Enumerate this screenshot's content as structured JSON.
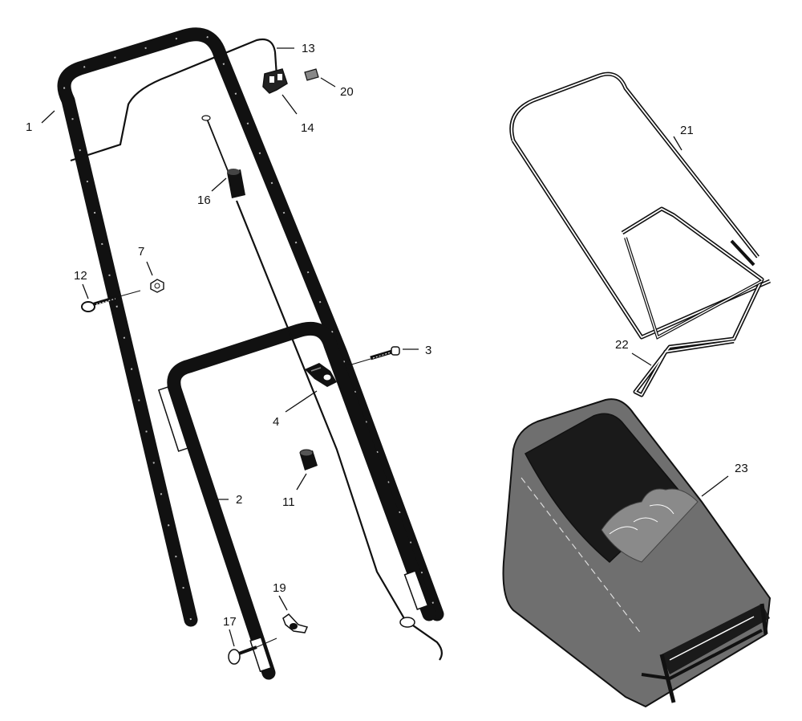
{
  "figure": {
    "type": "exploded-parts-diagram",
    "callouts": [
      "1",
      "2",
      "3",
      "4",
      "7",
      "11",
      "12",
      "13",
      "14",
      "16",
      "17",
      "19",
      "20",
      "21",
      "22",
      "23"
    ],
    "colors": {
      "ink": "#111111",
      "bag_fill": "#6f6f6f",
      "bag_interior": "#1a1a1a",
      "paper": "#ffffff"
    }
  }
}
